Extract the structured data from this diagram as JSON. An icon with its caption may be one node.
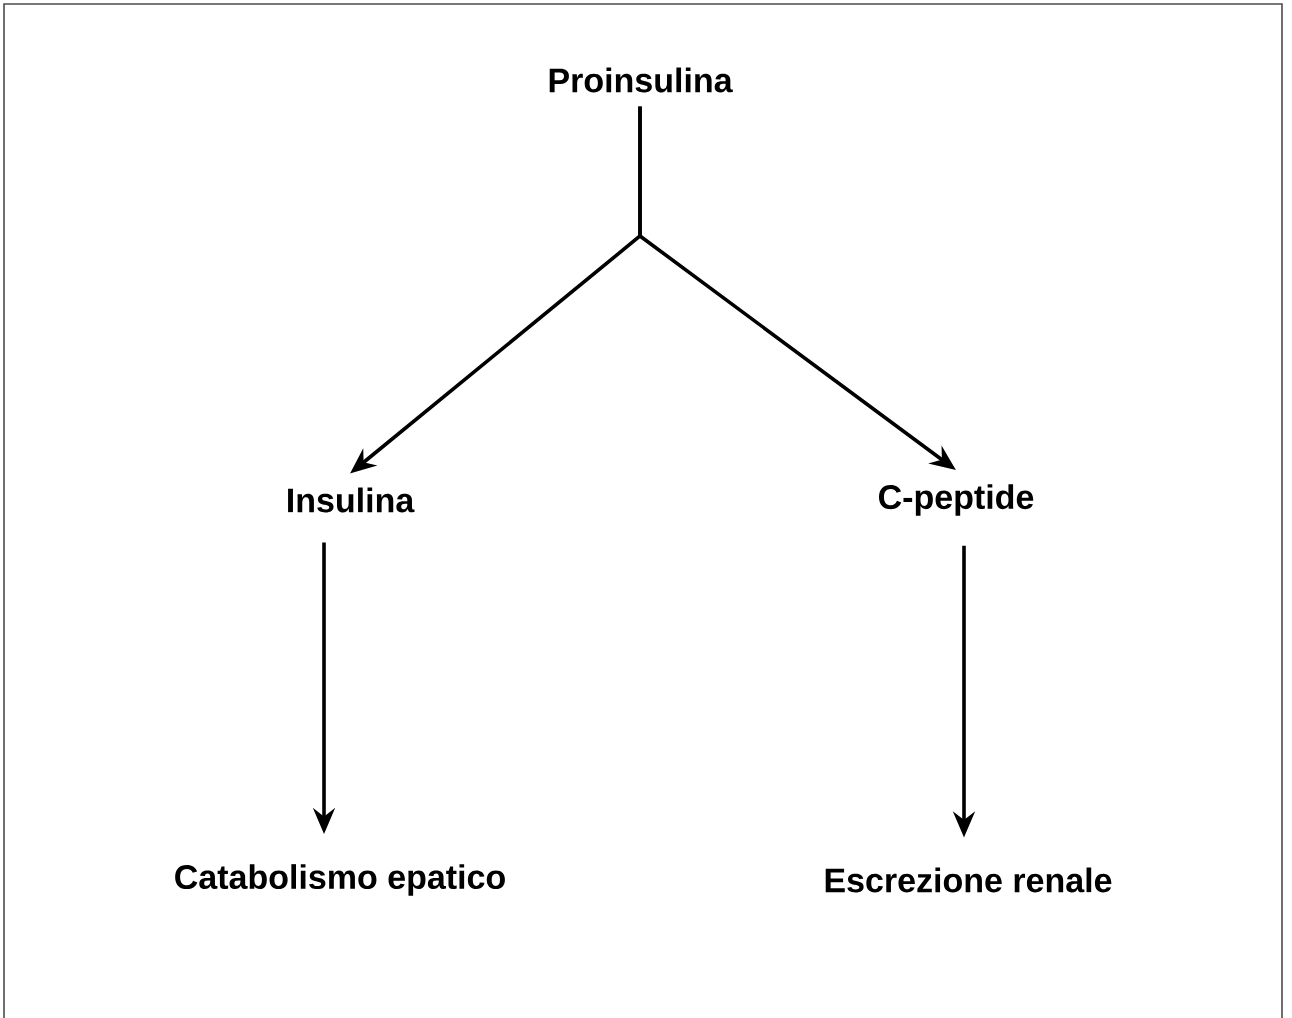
{
  "diagram": {
    "nodes": [
      {
        "text": [
          "Proinsulina"
        ]
      },
      {
        "text": [
          "Insulina"
        ]
      },
      {
        "text": [
          "C-peptide"
        ]
      },
      {
        "text": [
          "Catabolismo epatico"
        ]
      },
      {
        "text": [
          "Escrezione renale"
        ]
      }
    ],
    "edges": [
      {
        "from": 0,
        "to": 1,
        "arrow": "to"
      },
      {
        "from": 0,
        "to": 2,
        "arrow": "to"
      },
      {
        "from": 1,
        "to": 3,
        "arrow": "to"
      },
      {
        "from": 2,
        "to": 4,
        "arrow": "to"
      }
    ]
  }
}
